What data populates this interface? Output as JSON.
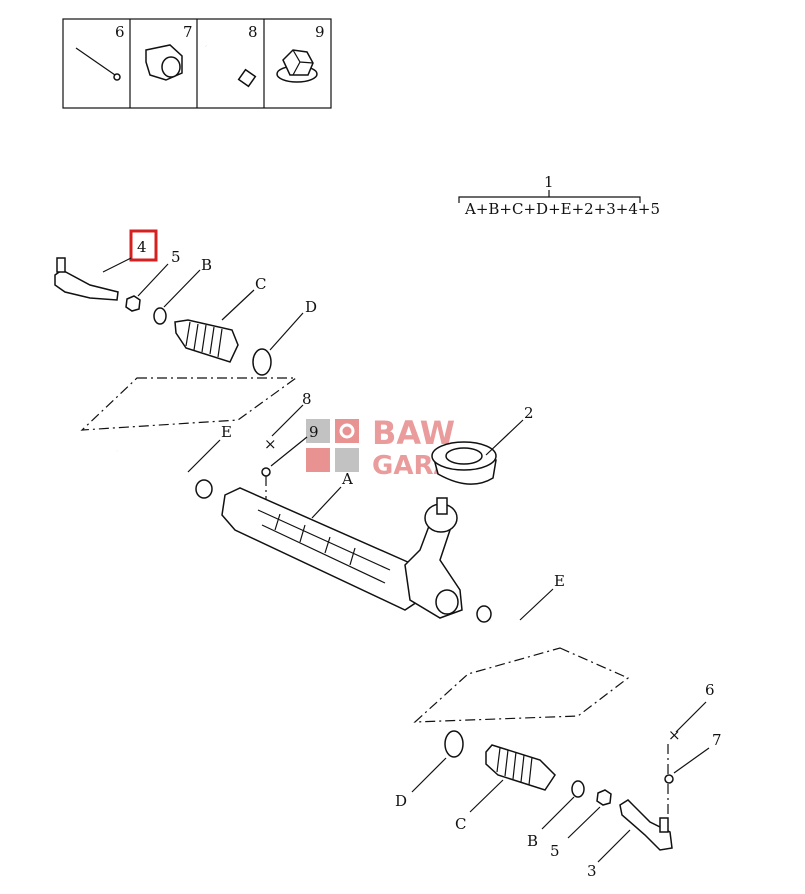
{
  "legend_boxes": [
    {
      "number": "6",
      "part": "cotter-pin"
    },
    {
      "number": "7",
      "part": "castle-nut"
    },
    {
      "number": "8",
      "part": "bolt"
    },
    {
      "number": "9",
      "part": "flange-nut"
    }
  ],
  "assembly": {
    "number": "1",
    "formula": "A+B+C+D+E+2+3+4+5"
  },
  "highlighted_callout": {
    "label": "4",
    "color": "#d42020"
  },
  "callouts": {
    "left_5": "5",
    "left_B": "B",
    "left_C": "C",
    "left_D": "D",
    "left_E": "E",
    "bolt_8": "8",
    "pin_9": "9",
    "seal_2": "2",
    "rack_A": "A",
    "right_E": "E",
    "right_6": "6",
    "right_7": "7",
    "right_D": "D",
    "right_C": "C",
    "right_B": "B",
    "right_5": "5",
    "right_3": "3"
  },
  "watermark": {
    "line1": "BAW",
    "line2": "GARAGE",
    "color": "#d94a4a"
  }
}
